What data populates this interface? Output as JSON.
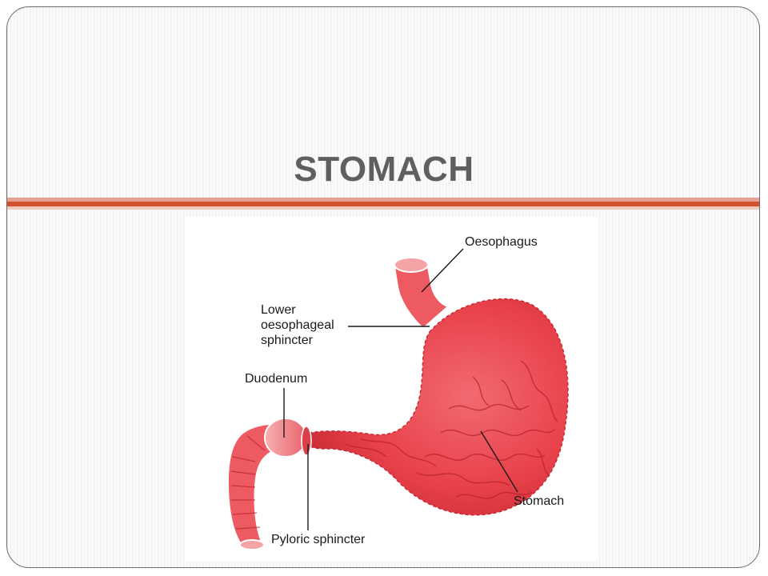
{
  "slide": {
    "title": "STOMACH",
    "accent_color": "#d2512e"
  },
  "diagram": {
    "labels": {
      "oesophagus": "Oesophagus",
      "lower_oesophageal_sphincter": "Lower oesophageal sphincter",
      "duodenum": "Duodenum",
      "stomach": "Stomach",
      "pyloric_sphincter": "Pyloric sphincter"
    },
    "colors": {
      "tissue": "#e8414a",
      "tissue_light": "#f6a3a6",
      "tissue_dark": "#b8222b",
      "leader_line": "#1a1a1a"
    }
  }
}
